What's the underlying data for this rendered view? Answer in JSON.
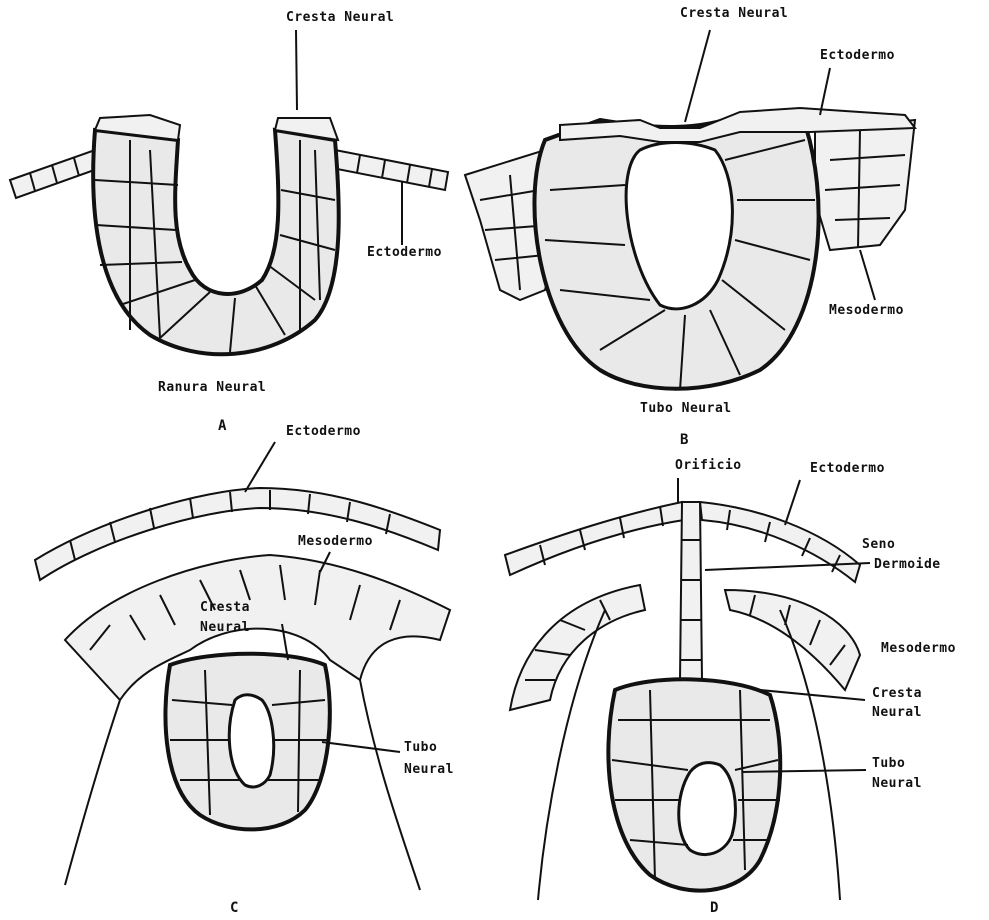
{
  "panels": {
    "A": {
      "letter": "A",
      "labels": {
        "cresta_neural": "Cresta Neural",
        "ectodermo": "Ectodermo",
        "ranura_neural": "Ranura Neural"
      }
    },
    "B": {
      "letter": "B",
      "labels": {
        "cresta_neural": "Cresta Neural",
        "ectodermo": "Ectodermo",
        "mesodermo": "Mesodermo",
        "tubo_neural": "Tubo Neural"
      }
    },
    "C": {
      "letter": "C",
      "labels": {
        "ectodermo": "Ectodermo",
        "mesodermo": "Mesodermo",
        "cresta_line1": "Cresta",
        "cresta_line2": "Neural",
        "tubo_line1": "Tubo",
        "tubo_line2": "Neural"
      }
    },
    "D": {
      "letter": "D",
      "labels": {
        "orificio": "Orificio",
        "ectodermo": "Ectodermo",
        "seno_line1": "Seno",
        "seno_line2": "Dermoide",
        "mesodermo": "Mesodermo",
        "cresta_line1": "Cresta",
        "cresta_line2": "Neural",
        "tubo_line1": "Tubo",
        "tubo_line2": "Neural"
      }
    }
  }
}
